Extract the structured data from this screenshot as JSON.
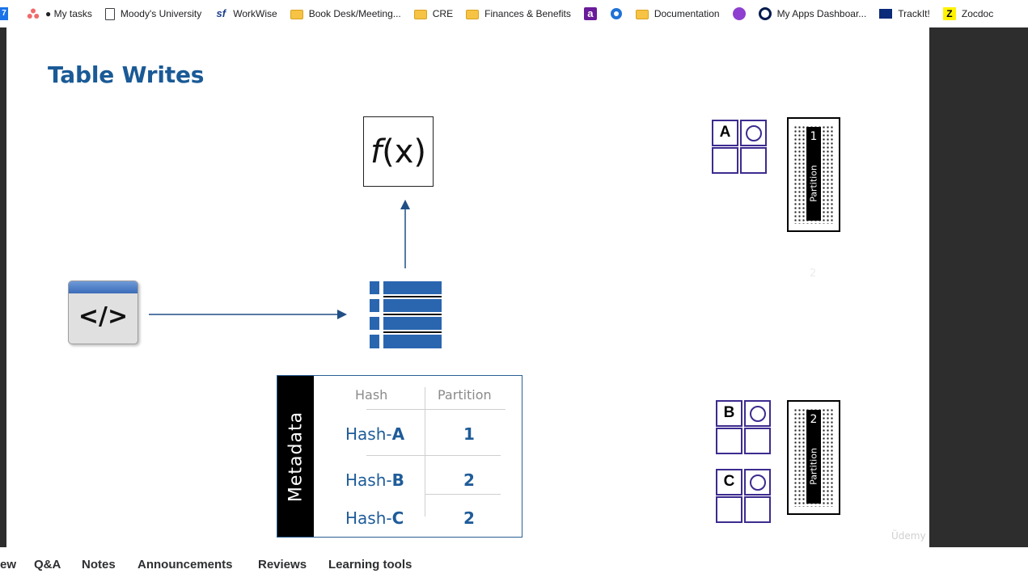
{
  "bookmarks": [
    {
      "label": "",
      "icon": "calendar-icon"
    },
    {
      "label": "● My tasks",
      "icon": "asana-icon"
    },
    {
      "label": "Moody's University",
      "icon": "page-icon"
    },
    {
      "label": "WorkWise",
      "icon": "sf-icon"
    },
    {
      "label": "Book Desk/Meeting...",
      "icon": "folder-icon"
    },
    {
      "label": "CRE",
      "icon": "folder-icon"
    },
    {
      "label": "Finances & Benefits",
      "icon": "folder-icon"
    },
    {
      "label": "",
      "icon": "app-a-icon"
    },
    {
      "label": "",
      "icon": "gear-blue-icon"
    },
    {
      "label": "Documentation",
      "icon": "folder-icon"
    },
    {
      "label": "",
      "icon": "purple-circle-icon"
    },
    {
      "label": "My Apps Dashboar...",
      "icon": "okta-icon"
    },
    {
      "label": "TrackIt!",
      "icon": "moodys-icon"
    },
    {
      "label": "Zocdoc",
      "icon": "zocdoc-icon"
    }
  ],
  "slide": {
    "title": "Table Writes",
    "fx": {
      "f": "f",
      "rest": "(x)"
    },
    "code_symbol": "</>",
    "metadata": {
      "side_label": "Metadata",
      "headers": [
        "Hash",
        "Partition"
      ],
      "rows": [
        {
          "prefix": "Hash-",
          "key": "A",
          "partition": "1"
        },
        {
          "prefix": "Hash-",
          "key": "B",
          "partition": "2"
        },
        {
          "prefix": "Hash-",
          "key": "C",
          "partition": "2"
        }
      ]
    },
    "groups": [
      {
        "letter": "A"
      },
      {
        "letter": "B"
      },
      {
        "letter": "C"
      }
    ],
    "partitions": [
      {
        "number": "1",
        "label": "Partition"
      },
      {
        "number": "2",
        "label": "Partition"
      }
    ],
    "faint_number": "2",
    "watermark": "Üdemy"
  },
  "tabs": [
    {
      "label": "ew"
    },
    {
      "label": "Q&A"
    },
    {
      "label": "Notes"
    },
    {
      "label": "Announcements"
    },
    {
      "label": "Reviews"
    },
    {
      "label": "Learning tools"
    }
  ],
  "colors": {
    "title_blue": "#1a5a96",
    "diagram_blue": "#2a66b0",
    "purple": "#3d2b8f",
    "frame_dark": "#2d2d2d"
  }
}
